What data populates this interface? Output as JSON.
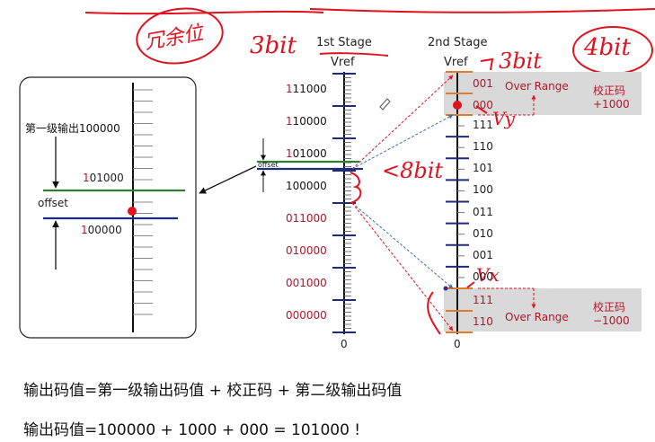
{
  "stage1": {
    "title": "1st Stage",
    "vref": "Vref",
    "zero": "0",
    "codes": [
      {
        "prefix": "1",
        "rest": "11000"
      },
      {
        "prefix": "1",
        "rest": "10000"
      },
      {
        "prefix": "1",
        "rest": "01000"
      },
      {
        "prefix": "",
        "rest": "100000"
      },
      {
        "prefix": "0",
        "rest": "11000"
      },
      {
        "prefix": "0",
        "rest": "10000"
      },
      {
        "prefix": "0",
        "rest": "01000"
      },
      {
        "prefix": "0",
        "rest": "00000"
      }
    ],
    "offset_label": "offset"
  },
  "stage2": {
    "title": "2nd Stage",
    "vref": "Vref",
    "zero": "0",
    "over_top_codes": [
      "001",
      "000"
    ],
    "codes": [
      "111",
      "110",
      "101",
      "100",
      "011",
      "010",
      "001",
      "000"
    ],
    "over_bottom_codes": [
      "111",
      "110"
    ],
    "over_range_label": "Over Range",
    "correction_label": "校正码",
    "correction_top": "+1000",
    "correction_bottom": "−1000"
  },
  "inset": {
    "first_stage_output": "第一级输出100000",
    "code_upper_prefix": "1",
    "code_upper_rest": "01000",
    "code_lower_prefix": "1",
    "code_lower_rest": "00000",
    "offset_label": "offset"
  },
  "equations": {
    "line1": "输出码值=第一级输出码值 + 校正码 + 第二级输出码值",
    "line2": "输出码值=100000 + 1000 + 000 = 101000 !"
  },
  "handwriting": {
    "circled": "冗余位",
    "bits_left": "3bit",
    "bits_right": "3bit",
    "bits_circled": "4bit",
    "vy": "Vy",
    "less_8": "<8bit",
    "vx": "Vx"
  },
  "colors": {
    "axis": "#111111",
    "tick": "#1f2a7a",
    "offset_line": "#2e7d32",
    "red_code": "#b2162b",
    "over_range_bg": "#d9d9d9",
    "orange": "#e07b2e",
    "red_dot": "#e0121e",
    "handwriting": "#e0121e"
  }
}
